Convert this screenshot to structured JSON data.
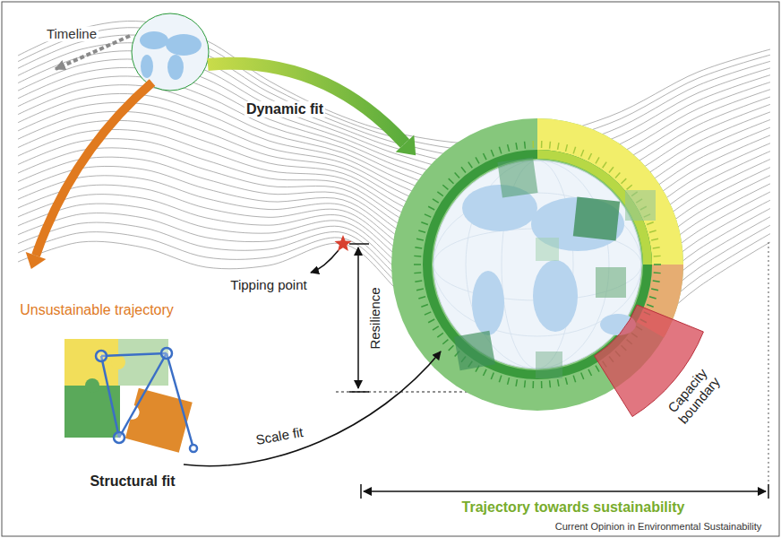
{
  "diagram": {
    "labels": [
      "Timeline",
      "Dynamic fit",
      "Tipping point",
      "Resilience",
      "Unsustainable trajectory",
      "Structural fit",
      "Scale fit",
      "Capacity boundary",
      "Trajectory towards sustainability",
      "Current Opinion in Environmental Sustainability"
    ]
  }
}
